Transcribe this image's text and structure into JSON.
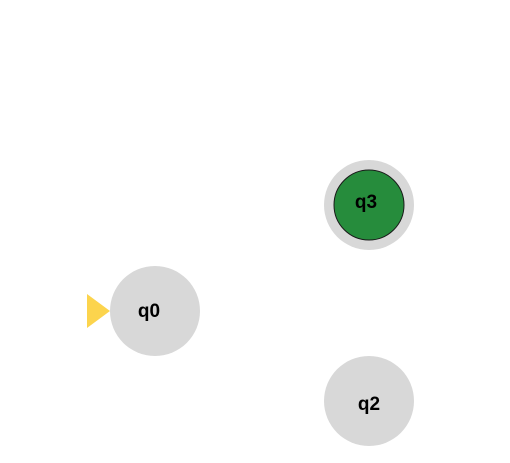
{
  "diagram": {
    "type": "finite-state-automaton",
    "start_state": "q0",
    "states": [
      {
        "id": "q0",
        "label": "q0",
        "initial": true,
        "accepting": false,
        "highlighted": false
      },
      {
        "id": "q3",
        "label": "q3",
        "initial": false,
        "accepting": true,
        "highlighted": true
      },
      {
        "id": "q2",
        "label": "q2",
        "initial": false,
        "accepting": false,
        "highlighted": false
      }
    ],
    "transitions": []
  },
  "colors": {
    "background": "#ffffff",
    "state_fill": "#d8d8d8",
    "highlight_fill": "#268c3c",
    "accept_ring_stroke": "#1a1a1a",
    "start_arrow": "#fcd44d",
    "label": "#000000"
  }
}
